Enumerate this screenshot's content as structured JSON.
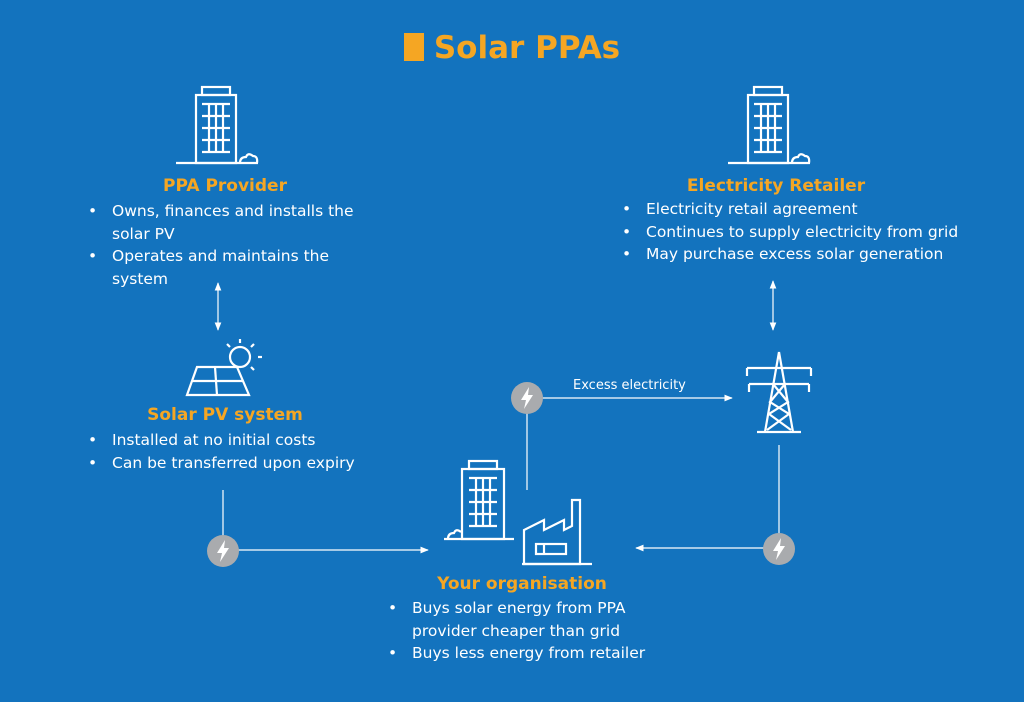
{
  "title": "Solar PPAs",
  "ppa_provider": {
    "heading": "PPA Provider",
    "bullets": [
      "Owns, finances and installs the solar PV",
      "Operates and maintains the system"
    ]
  },
  "electricity_retailer": {
    "heading": "Electricity Retailer",
    "bullets": [
      "Electricity retail agreement",
      "Continues to supply electricity from grid",
      "May purchase excess solar generation"
    ]
  },
  "solar_pv_system": {
    "heading": "Solar PV system",
    "bullets": [
      "Installed at no initial costs",
      "Can be transferred upon expiry"
    ]
  },
  "your_organisation": {
    "heading": "Your organisation",
    "bullets": [
      "Buys solar energy from PPA provider cheaper than grid",
      "Buys less energy from retailer"
    ]
  },
  "flow_label": "Excess electricity",
  "colors": {
    "background": "#1373be",
    "accent": "#f5a623",
    "line": "#ffffff",
    "bolt_circle": "#a9abae"
  },
  "icons": [
    "building-icon",
    "solar-panel-icon",
    "transmission-tower-icon",
    "factory-icon",
    "lightning-bolt-icon"
  ]
}
